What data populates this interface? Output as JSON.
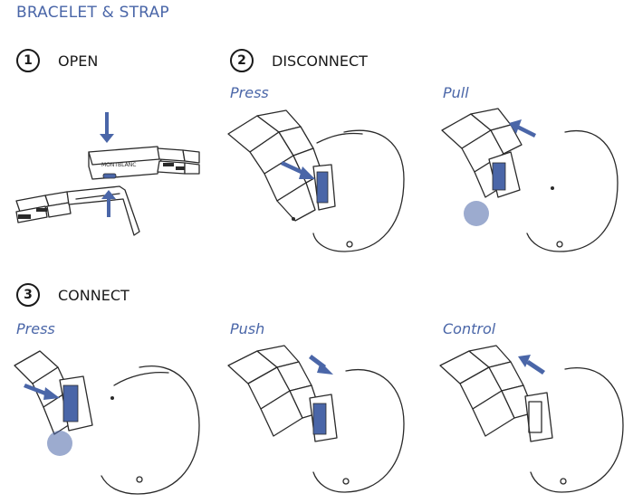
{
  "title": "BRACELET & STRAP",
  "steps": [
    {
      "number": "1",
      "label": "OPEN"
    },
    {
      "number": "2",
      "label": "DISCONNECT"
    },
    {
      "number": "3",
      "label": "CONNECT"
    }
  ],
  "actions": {
    "disconnect_press": "Press",
    "disconnect_pull": "Pull",
    "connect_press": "Press",
    "connect_push": "Push",
    "connect_control": "Control"
  },
  "clasp_engraving": "MONTBLANC",
  "accent_color": "#4a66a8"
}
